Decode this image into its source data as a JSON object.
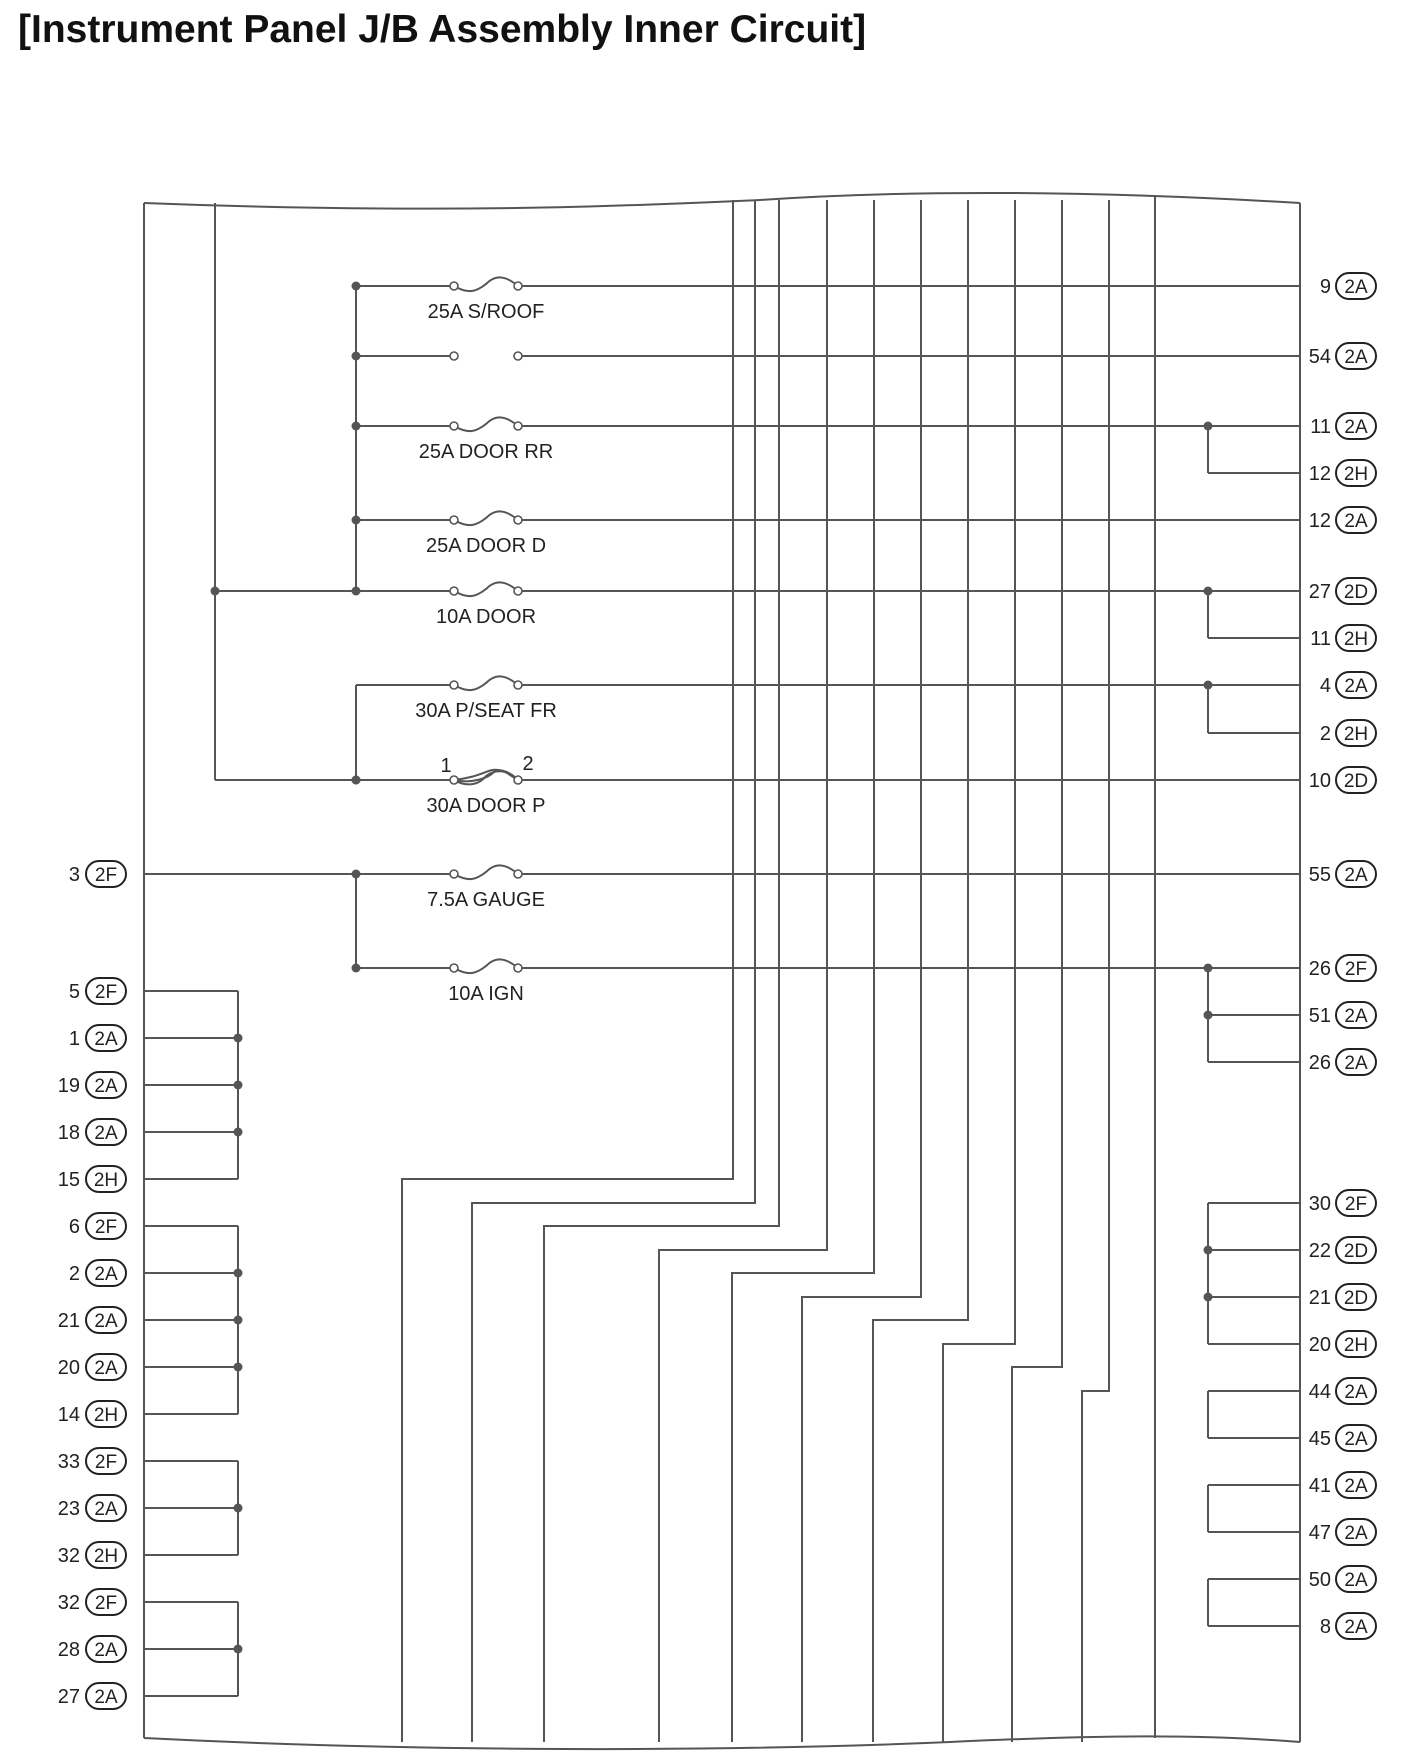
{
  "title": "[Instrument Panel J/B Assembly Inner Circuit]",
  "fuses": [
    {
      "label": "25A S/ROOF"
    },
    {
      "label": "25A DOOR RR"
    },
    {
      "label": "25A DOOR D"
    },
    {
      "label": "10A DOOR"
    },
    {
      "label": "30A P/SEAT FR"
    },
    {
      "label": "30A DOOR P",
      "pin_left": "1",
      "pin_right": "2"
    },
    {
      "label": "7.5A GAUGE"
    },
    {
      "label": "10A IGN"
    }
  ],
  "left_pins": [
    {
      "num": "3",
      "conn": "2F"
    },
    {
      "num": "5",
      "conn": "2F"
    },
    {
      "num": "1",
      "conn": "2A"
    },
    {
      "num": "19",
      "conn": "2A"
    },
    {
      "num": "18",
      "conn": "2A"
    },
    {
      "num": "15",
      "conn": "2H"
    },
    {
      "num": "6",
      "conn": "2F"
    },
    {
      "num": "2",
      "conn": "2A"
    },
    {
      "num": "21",
      "conn": "2A"
    },
    {
      "num": "20",
      "conn": "2A"
    },
    {
      "num": "14",
      "conn": "2H"
    },
    {
      "num": "33",
      "conn": "2F"
    },
    {
      "num": "23",
      "conn": "2A"
    },
    {
      "num": "32",
      "conn": "2H"
    },
    {
      "num": "32",
      "conn": "2F"
    },
    {
      "num": "28",
      "conn": "2A"
    },
    {
      "num": "27",
      "conn": "2A"
    }
  ],
  "right_pins": [
    {
      "num": "9",
      "conn": "2A"
    },
    {
      "num": "54",
      "conn": "2A"
    },
    {
      "num": "11",
      "conn": "2A"
    },
    {
      "num": "12",
      "conn": "2H"
    },
    {
      "num": "12",
      "conn": "2A"
    },
    {
      "num": "27",
      "conn": "2D"
    },
    {
      "num": "11",
      "conn": "2H"
    },
    {
      "num": "4",
      "conn": "2A"
    },
    {
      "num": "2",
      "conn": "2H"
    },
    {
      "num": "10",
      "conn": "2D"
    },
    {
      "num": "55",
      "conn": "2A"
    },
    {
      "num": "26",
      "conn": "2F"
    },
    {
      "num": "51",
      "conn": "2A"
    },
    {
      "num": "26",
      "conn": "2A"
    },
    {
      "num": "30",
      "conn": "2F"
    },
    {
      "num": "22",
      "conn": "2D"
    },
    {
      "num": "21",
      "conn": "2D"
    },
    {
      "num": "20",
      "conn": "2H"
    },
    {
      "num": "44",
      "conn": "2A"
    },
    {
      "num": "45",
      "conn": "2A"
    },
    {
      "num": "41",
      "conn": "2A"
    },
    {
      "num": "47",
      "conn": "2A"
    },
    {
      "num": "50",
      "conn": "2A"
    },
    {
      "num": "8",
      "conn": "2A"
    }
  ]
}
